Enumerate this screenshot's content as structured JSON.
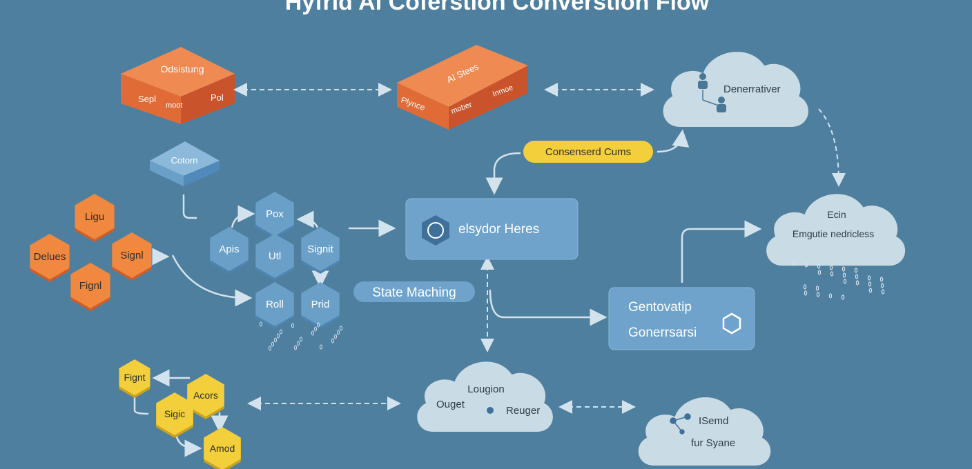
{
  "title": "Hyfrid AI Coferstion Converstion Flow",
  "colors": {
    "background": "#4f7f9e",
    "orange": "#e8763f",
    "blue_node": "#6a9fc8",
    "yellow": "#f2cf3b",
    "cloud": "#c9dbe5"
  },
  "blocks": [
    {
      "top": "Odsistung",
      "left": "Sepl",
      "mid": "moot",
      "right": "Pol"
    },
    {
      "top": "AI Stees",
      "left": "Plynce",
      "mid": "mober",
      "right": "Inmoe"
    }
  ],
  "cube": "Cotorn",
  "orange_hexes": [
    "Ligu",
    "Delues",
    "Signl",
    "Fignl"
  ],
  "blue_hexes": [
    "Pox",
    "Apis",
    "Utl",
    "Signit",
    "Roll",
    "Prid"
  ],
  "pill_consensus": "Consenserd Cums",
  "main_box": "elsydor Heres",
  "state_pill": "State Maching",
  "gen_box": {
    "line1": "Gentovatip",
    "line2": "Gonerrsarsi"
  },
  "clouds": {
    "top": {
      "label": "Denerrativer"
    },
    "right": {
      "line1": "Ecin",
      "line2": "Emgutie nedricless"
    },
    "bottom": {
      "line1": "Lougion",
      "line2": "Ouget",
      "line3": "Reuger"
    },
    "bottom_right": {
      "line1": "ISemd",
      "line2": "fur Syane"
    }
  },
  "yellow_hexes": [
    "Fignt",
    "Acors",
    "Sigic",
    "Amod"
  ]
}
